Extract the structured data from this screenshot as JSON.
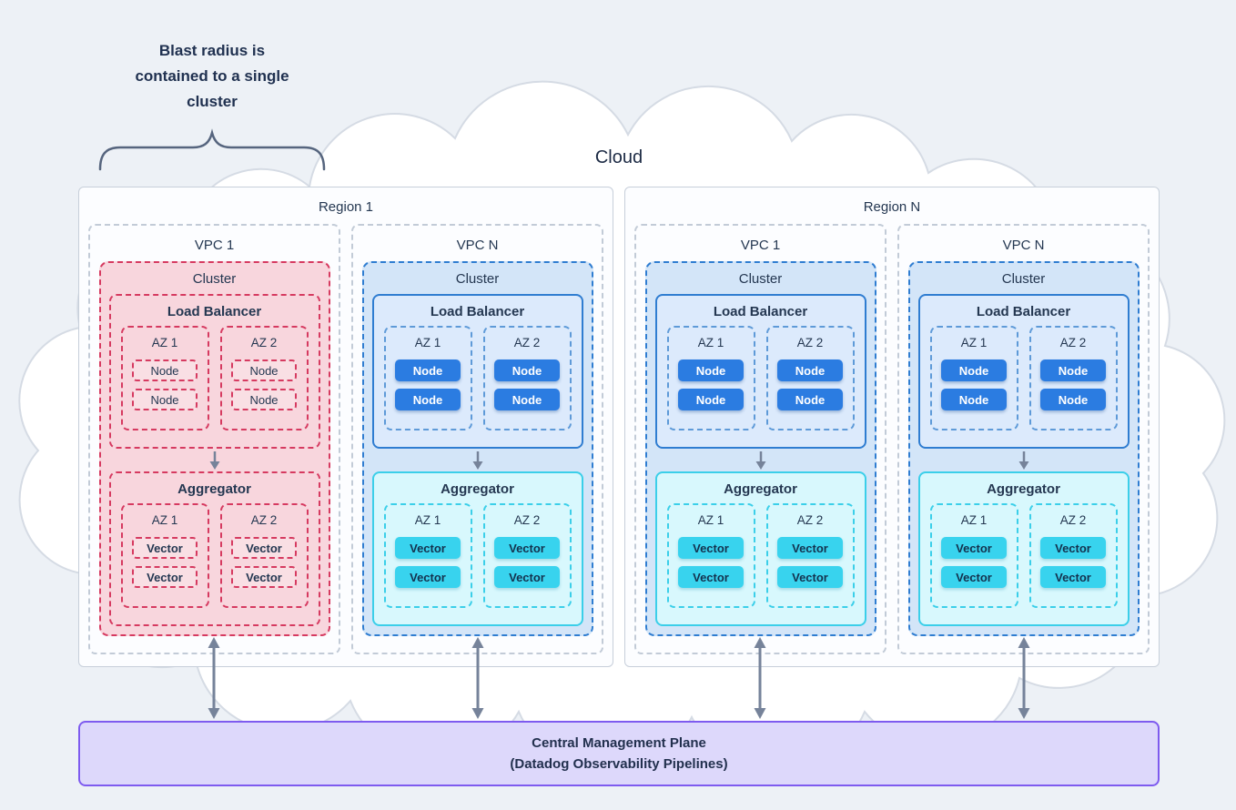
{
  "cloud": {
    "label": "Cloud"
  },
  "annotation": {
    "lines": [
      "Blast radius is",
      "contained to a single",
      "cluster"
    ]
  },
  "labels": {
    "cluster": "Cluster",
    "load_balancer": "Load Balancer",
    "aggregator": "Aggregator",
    "az1": "AZ 1",
    "az2": "AZ 2",
    "node": "Node",
    "vector": "Vector"
  },
  "regions": [
    {
      "title": "Region 1",
      "vpcs": [
        {
          "title": "VPC 1",
          "variant": "red"
        },
        {
          "title": "VPC N",
          "variant": "blue"
        }
      ]
    },
    {
      "title": "Region N",
      "vpcs": [
        {
          "title": "VPC 1",
          "variant": "blue"
        },
        {
          "title": "VPC N",
          "variant": "blue"
        }
      ]
    }
  ],
  "management_plane": {
    "line1": "Central Management Plane",
    "line2": "(Datadog Observability Pipelines)"
  },
  "colors": {
    "red": "#d63a60",
    "blue": "#2f7dd1",
    "blue_chip": "#2b7ce1",
    "cyan_border": "#3bcfe9",
    "cyan_chip": "#38d3ee",
    "purple_border": "#7e5bef",
    "purple_bg": "#ddd8fb",
    "arrow": "#76839a"
  }
}
